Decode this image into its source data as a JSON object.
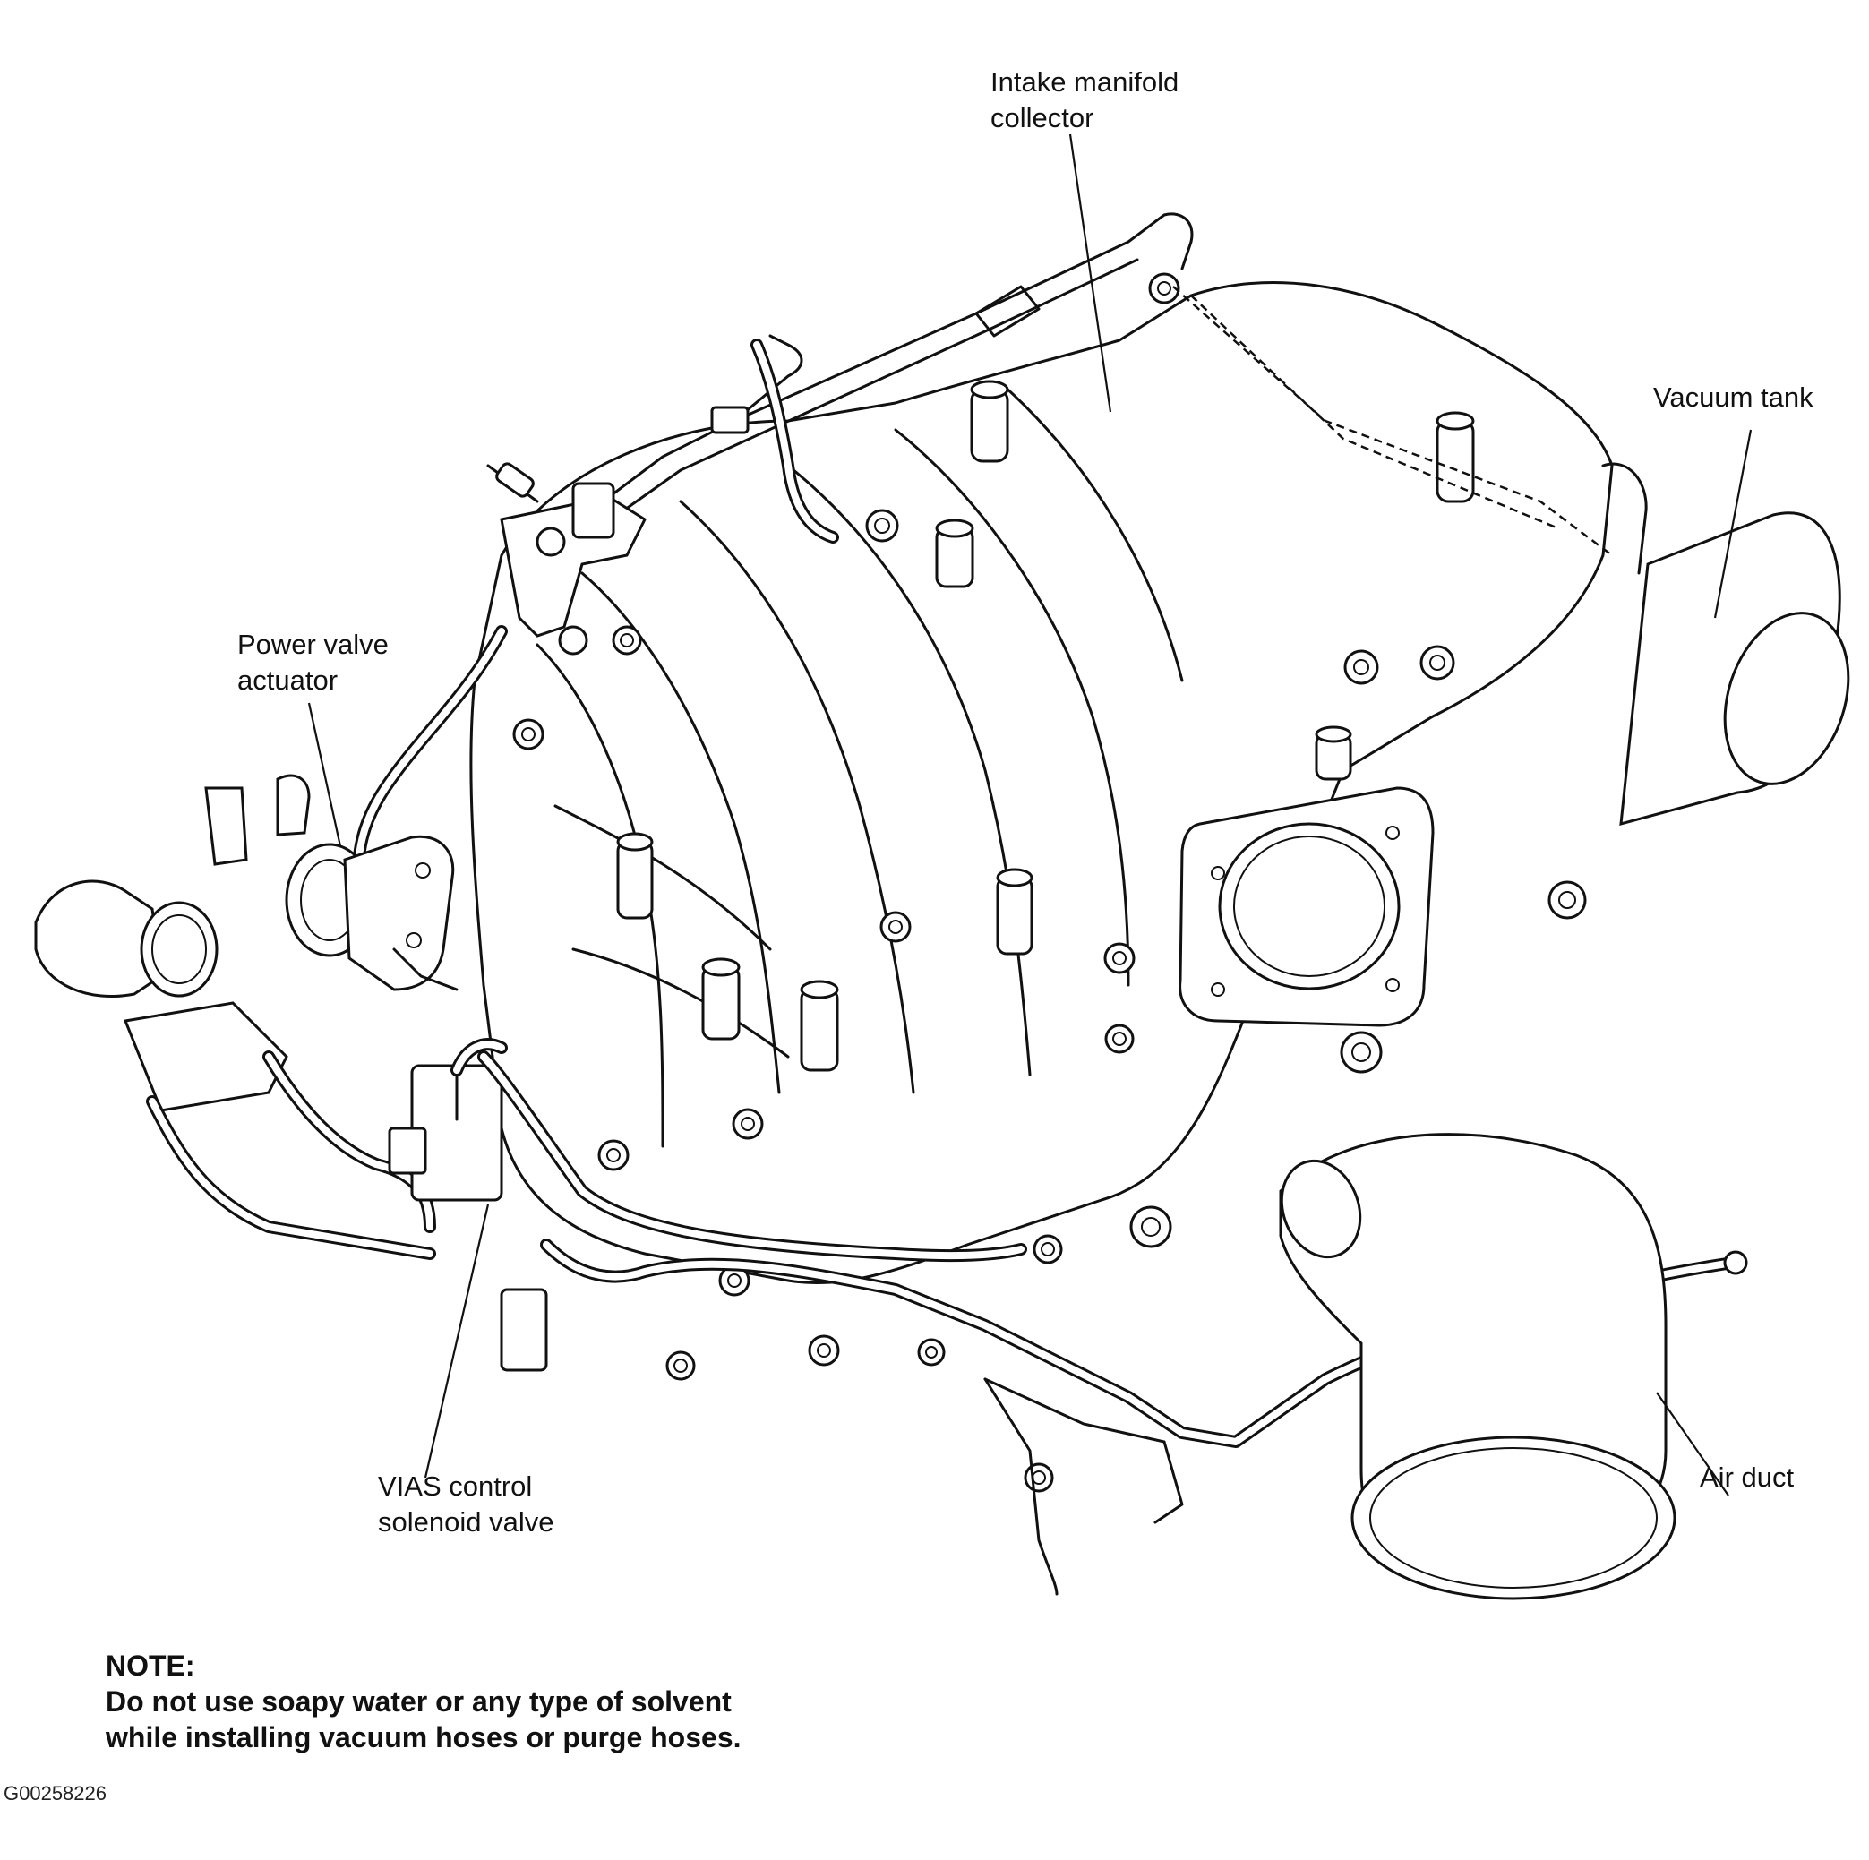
{
  "labels": {
    "intake_manifold_collector": "Intake manifold\ncollector",
    "vacuum_tank": "Vacuum tank",
    "power_valve_actuator": "Power valve\nactuator",
    "vias_control_solenoid_valve": "VIAS control\nsolenoid valve",
    "air_duct": "Air duct"
  },
  "note": {
    "heading": "NOTE:",
    "line1": "Do not use soapy water or any type of solvent",
    "line2": "while installing vacuum hoses or purge hoses."
  },
  "figure_id": "G00258226"
}
